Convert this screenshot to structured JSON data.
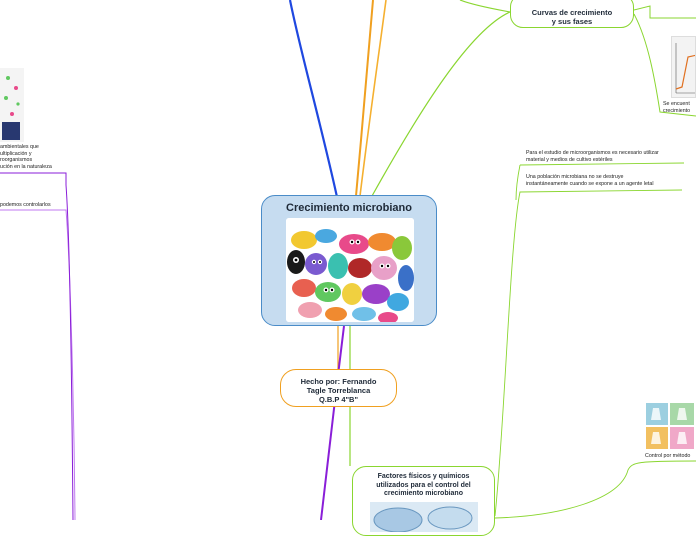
{
  "central": {
    "title": "Crecimiento microbiano"
  },
  "author": {
    "line1": "Hecho por: Fernando",
    "line2": "Tagle Torreblanca",
    "line3": "Q.B.P 4\"B\""
  },
  "curvas": {
    "line1": "Curvas de crecimiento",
    "line2": "y sus fases"
  },
  "factores": {
    "line1": "Factores físicos y químicos",
    "line2": "utilizados para el control del",
    "line3": "crecimiento microbiano"
  },
  "right_notes": {
    "note1_line1": "Para el estudio de microorganismos es necesario utilizar",
    "note1_line2": "material y medios de cultivo estériles",
    "note2_line1": "Una población microbiana no se destruye",
    "note2_line2": "instantáneamente cuando se expone a un agente letal",
    "encuentra_line1": "Se encuent",
    "encuentra_line2": "crecimiento",
    "control_label": "Control por método"
  },
  "left_notes": {
    "ambient_line1": "ambientales que",
    "ambient_line2": "ultiplicación y",
    "ambient_line3": "roorganismos",
    "ambient_line4": "ución en la naturaleza",
    "control_text": "podemos controlarlos"
  },
  "colors": {
    "central_fill": "#c6dcf0",
    "central_border": "#4a8cc8",
    "blue_branch": "#1f48e0",
    "orange_branch": "#f0a020",
    "green_branch": "#8ad630",
    "purple_branch": "#8a1ed8"
  }
}
